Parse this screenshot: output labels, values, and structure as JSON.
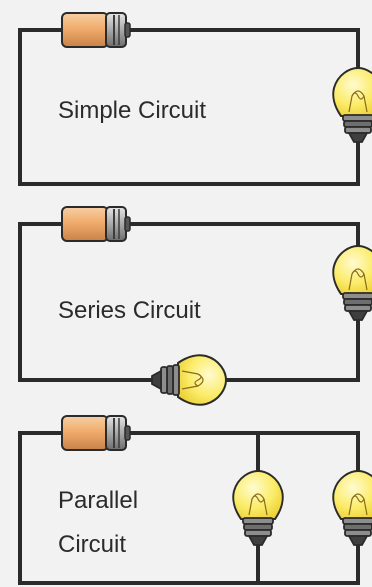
{
  "diagrams": [
    {
      "title_lines": [
        "Simple Circuit"
      ]
    },
    {
      "title_lines": [
        "Series Circuit"
      ]
    },
    {
      "title_lines": [
        "Parallel",
        "Circuit"
      ]
    }
  ]
}
